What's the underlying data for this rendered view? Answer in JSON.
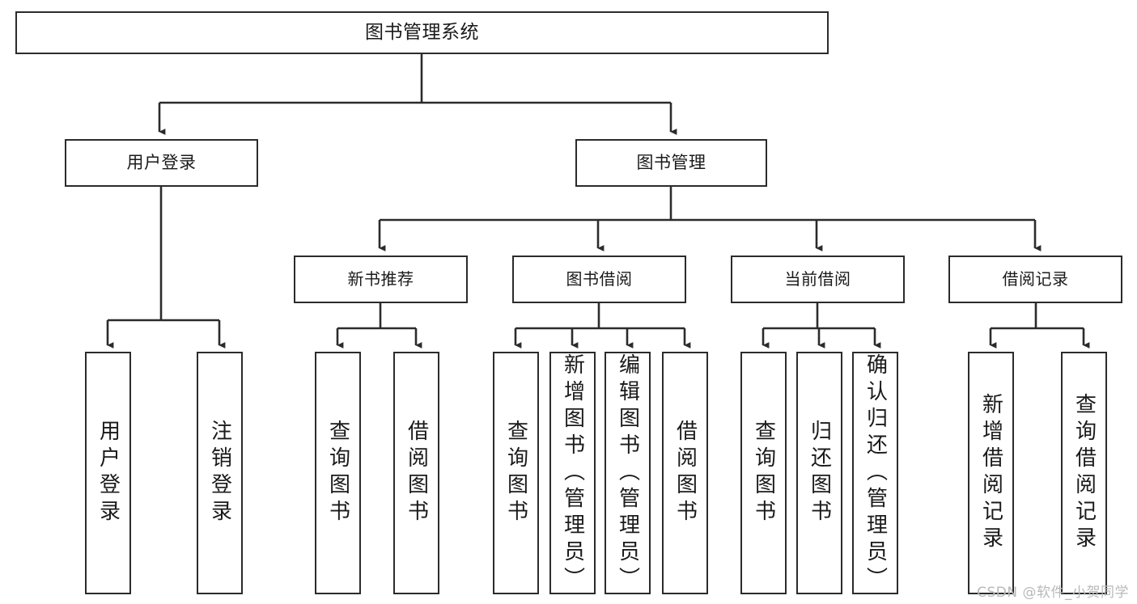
{
  "diagram": {
    "type": "tree",
    "title_node": "图书管理系统",
    "watermark": "CSDN @软件_小贺同学",
    "colors": {
      "box_border": "#2b2b2b",
      "box_fill": "#ffffff",
      "line": "#2b2b2b",
      "text": "#1a1a1a",
      "watermark": "#b9b9b9"
    },
    "nodes": {
      "root": {
        "label": "图书管理系统"
      },
      "level2": [
        {
          "label": "用户登录"
        },
        {
          "label": "图书管理"
        }
      ],
      "level3": [
        {
          "label": "新书推荐"
        },
        {
          "label": "图书借阅"
        },
        {
          "label": "当前借阅"
        },
        {
          "label": "借阅记录"
        }
      ],
      "leaves": {
        "user_login": [
          {
            "label": "用户登录"
          },
          {
            "label": "注销登录"
          }
        ],
        "new_book_recommend": [
          {
            "label": "查询图书"
          },
          {
            "label": "借阅图书"
          }
        ],
        "book_borrow": [
          {
            "label": "查询图书"
          },
          {
            "label": "新增图书（管理员）"
          },
          {
            "label": "编辑图书（管理员）"
          },
          {
            "label": "借阅图书"
          }
        ],
        "current_borrow": [
          {
            "label": "查询图书"
          },
          {
            "label": "归还图书"
          },
          {
            "label": "确认归还（管理员）"
          }
        ],
        "borrow_record": [
          {
            "label": "新增借阅记录"
          },
          {
            "label": "查询借阅记录"
          }
        ]
      }
    }
  }
}
